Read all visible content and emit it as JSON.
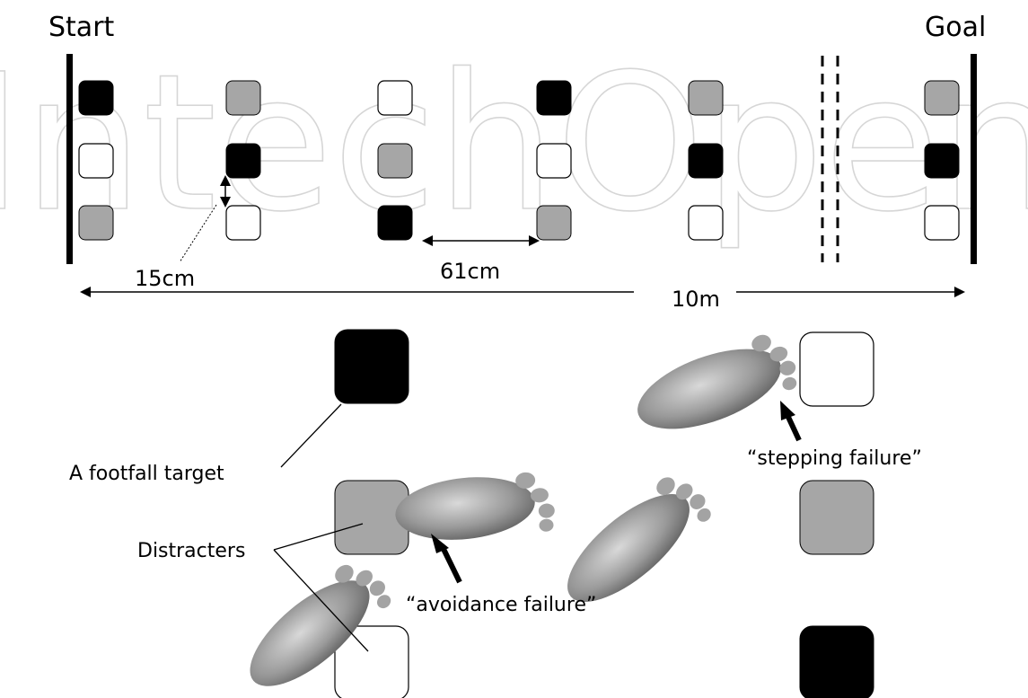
{
  "labels": {
    "start": "Start",
    "goal": "Goal",
    "dist_15": "15cm",
    "dist_61": "61cm",
    "dist_10m": "10m",
    "footfall_target": "A footfall target",
    "distracters": "Distracters",
    "avoidance_failure": "“avoidance failure”",
    "stepping_failure": "“stepping failure”"
  },
  "watermark": "IntechOpen",
  "colors": {
    "target": "#000000",
    "distracter": "#a6a6a6",
    "empty": "#ffffff",
    "foot": "#8a8a8a"
  },
  "walkway_grid": {
    "columns": [
      [
        "target",
        "empty",
        "distracter"
      ],
      [
        "distracter",
        "target",
        "empty"
      ],
      [
        "empty",
        "distracter",
        "target"
      ],
      [
        "target",
        "empty",
        "distracter"
      ],
      [
        "distracter",
        "target",
        "empty"
      ],
      [
        "distracter",
        "target",
        "empty"
      ]
    ]
  },
  "detail": {
    "left_column": [
      "target",
      "distracter",
      "empty"
    ],
    "right_column": [
      "empty",
      "distracter",
      "target"
    ]
  }
}
